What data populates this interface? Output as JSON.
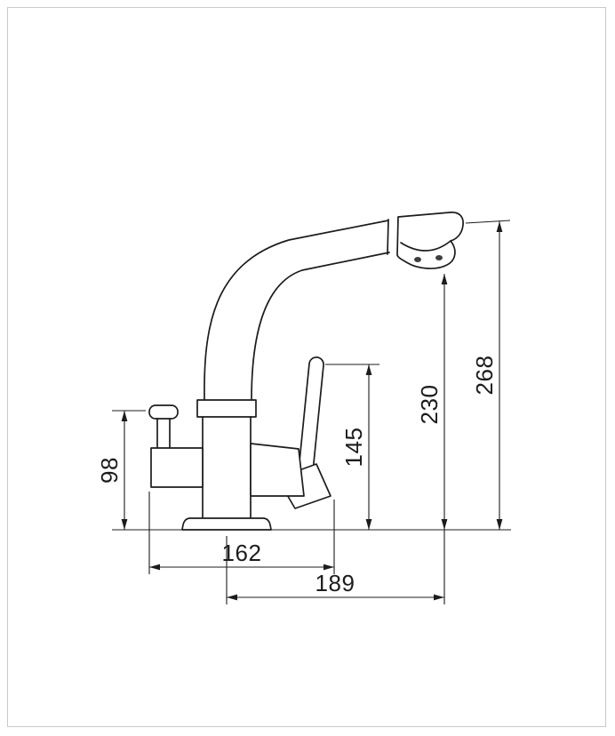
{
  "page": {
    "background": "#ffffff",
    "frame_color": "#c9c9c9"
  },
  "drawing": {
    "subject": "kitchen-faucet-side-view-technical-drawing",
    "line_color": "#1c1c1c",
    "dimensions": {
      "overall_height": "268",
      "outlet_height": "230",
      "lever_height": "145",
      "side_handle_height": "98",
      "handles_span": "162",
      "spout_reach": "189"
    }
  }
}
